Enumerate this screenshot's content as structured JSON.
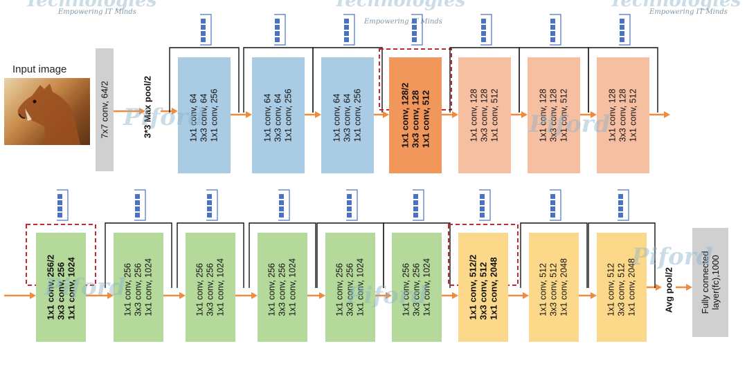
{
  "input_label": "Input image",
  "conv1_label": "7x7 conv, 64/2",
  "maxpool_label": "3*3 Max pool/2",
  "avgpool_label": "Avg pool/2",
  "fc_label": [
    "Fully connected",
    "layer(fc),1000"
  ],
  "watermarks": {
    "brand": "Piford",
    "brand2": "Technologies",
    "tagline": "Empowering IT Minds"
  },
  "colors": {
    "blue": "#a9cce4",
    "orange_dark": "#f2975c",
    "orange_light": "#f6bfa2",
    "green": "#b5d89b",
    "yellow": "#fcd98a",
    "grey": "#d0d0d0",
    "arrow": "#f08a3c",
    "dashed": "#c0282d",
    "skip_icon": "#4a72c4"
  },
  "row1": [
    {
      "lines": [
        "1x1 conv, 64",
        "3x3 conv, 64",
        "1x1 conv, 256"
      ],
      "color": "blue",
      "bold": false,
      "dashed": false
    },
    {
      "lines": [
        "1x1 conv, 64",
        "3x3 conv, 64",
        "1x1 conv, 256"
      ],
      "color": "blue",
      "bold": false,
      "dashed": false
    },
    {
      "lines": [
        "1x1 conv, 64",
        "3x3 conv, 64",
        "1x1 conv, 256"
      ],
      "color": "blue",
      "bold": false,
      "dashed": false
    },
    {
      "lines": [
        "1x1 conv, 128/2",
        "3x3 conv, 128",
        "1x1 conv, 512"
      ],
      "color": "orange_dark",
      "bold": true,
      "dashed": true
    },
    {
      "lines": [
        "1x1 conv, 128",
        "3x3 conv, 128",
        "1x1 conv, 512"
      ],
      "color": "orange_light",
      "bold": false,
      "dashed": false
    },
    {
      "lines": [
        "1x1 conv, 128",
        "3x3 conv, 128",
        "1x1 conv, 512"
      ],
      "color": "orange_light",
      "bold": false,
      "dashed": false
    },
    {
      "lines": [
        "1x1 conv, 128",
        "3x3 conv, 128",
        "1x1 conv, 512"
      ],
      "color": "orange_light",
      "bold": false,
      "dashed": false
    }
  ],
  "row2": [
    {
      "lines": [
        "1x1 conv, 256/2",
        "3x3 conv, 256",
        "1x1 conv, 1024"
      ],
      "color": "green",
      "bold": true,
      "dashed": true
    },
    {
      "lines": [
        "1x1 conv, 256",
        "3x3 conv, 256",
        "1x1 conv, 1024"
      ],
      "color": "green",
      "bold": false,
      "dashed": false
    },
    {
      "lines": [
        "1x1 conv, 256",
        "3x3 conv, 256",
        "1x1 conv, 1024"
      ],
      "color": "green",
      "bold": false,
      "dashed": false
    },
    {
      "lines": [
        "1x1 conv, 256",
        "3x3 conv, 256",
        "1x1 conv, 1024"
      ],
      "color": "green",
      "bold": false,
      "dashed": false
    },
    {
      "lines": [
        "1x1 conv, 256",
        "3x3 conv, 256",
        "1x1 conv, 1024"
      ],
      "color": "green",
      "bold": false,
      "dashed": false
    },
    {
      "lines": [
        "1x1 conv, 256",
        "3x3 conv, 256",
        "1x1 conv, 1024"
      ],
      "color": "green",
      "bold": false,
      "dashed": false
    },
    {
      "lines": [
        "1x1 conv, 512/2",
        "3x3 conv, 512",
        "1x1 conv, 2048"
      ],
      "color": "yellow",
      "bold": true,
      "dashed": true
    },
    {
      "lines": [
        "1x1 conv, 512",
        "3x3 conv, 512",
        "1x1 conv, 2048"
      ],
      "color": "yellow",
      "bold": false,
      "dashed": false
    },
    {
      "lines": [
        "1x1 conv, 512",
        "3x3 conv, 512",
        "1x1 conv, 2048"
      ],
      "color": "yellow",
      "bold": false,
      "dashed": false
    }
  ]
}
